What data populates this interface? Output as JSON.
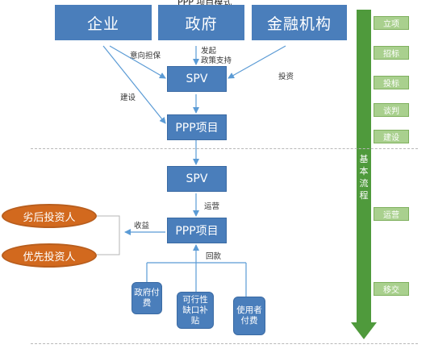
{
  "title_fragment": "PPP 项目模式",
  "top_entities": [
    "企业",
    "政府",
    "金融机构"
  ],
  "nodes": {
    "spv_top": "SPV",
    "ppp_top": "PPP项目",
    "spv_bottom": "SPV",
    "ppp_bottom": "PPP项目"
  },
  "investors": [
    "劣后投资人",
    "优先投资人"
  ],
  "payments": [
    "政府付费",
    "可行性缺口补贴",
    "使用者付费"
  ],
  "edge_labels": {
    "intent_guarantee": "意向担保",
    "initiate_policy": "发起\n政策支持",
    "invest": "投资",
    "build": "建设",
    "operate": "运营",
    "revenue": "收益",
    "repayment": "回款"
  },
  "flow_label": "基本流程",
  "stages": [
    "立项",
    "招标",
    "投标",
    "谈判",
    "建设",
    "运营",
    "移交"
  ],
  "colors": {
    "box_blue": "#4a7ebb",
    "investor_orange": "#d2691e",
    "stage_green": "#a9d08e",
    "flow_arrow_green": "#4f9a3c"
  }
}
